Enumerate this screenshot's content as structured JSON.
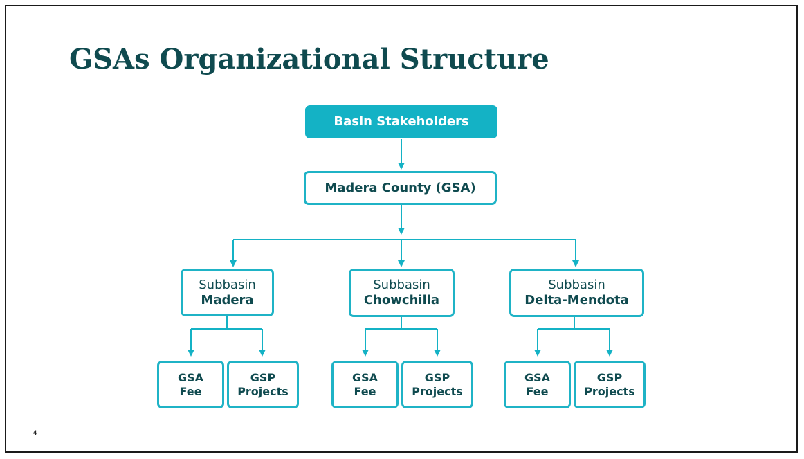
{
  "slide": {
    "title": "GSAs Organizational Structure",
    "page_number": "4"
  },
  "colors": {
    "title": "#0f4a4f",
    "accent": "#14b2c5",
    "box_text": "#0f4a4f"
  },
  "org": {
    "root": {
      "label": "Basin Stakeholders"
    },
    "gsa": {
      "label": "Madera County (GSA)"
    },
    "subbasins": [
      {
        "prefix": "Subbasin",
        "name": "Madera",
        "children": [
          {
            "line1": "GSA",
            "line2": "Fee"
          },
          {
            "line1": "GSP",
            "line2": "Projects"
          }
        ]
      },
      {
        "prefix": "Subbasin",
        "name": "Chowchilla",
        "children": [
          {
            "line1": "GSA",
            "line2": "Fee"
          },
          {
            "line1": "GSP",
            "line2": "Projects"
          }
        ]
      },
      {
        "prefix": "Subbasin",
        "name": "Delta-Mendota",
        "children": [
          {
            "line1": "GSA",
            "line2": "Fee"
          },
          {
            "line1": "GSP",
            "line2": "Projects"
          }
        ]
      }
    ]
  }
}
